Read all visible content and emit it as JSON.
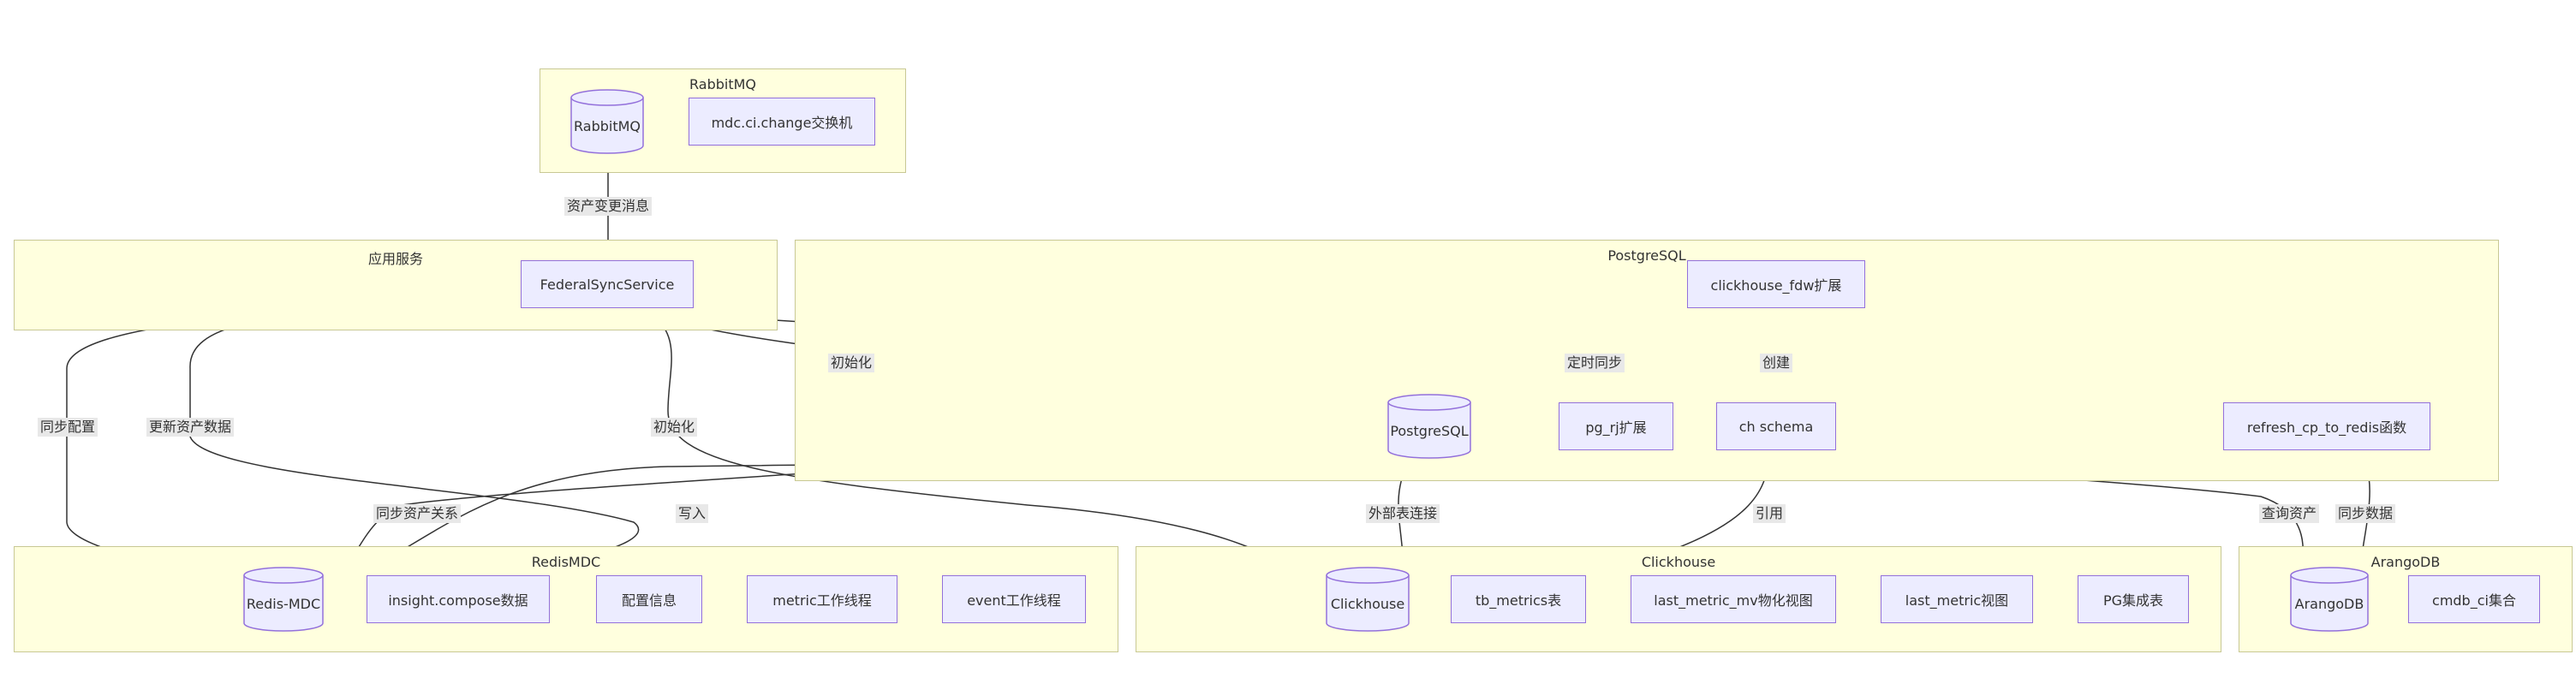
{
  "groups": {
    "rabbitmq": "RabbitMQ",
    "app_service": "应用服务",
    "postgresql": "PostgreSQL",
    "redis_mdc": "RedisMDC",
    "clickhouse": "Clickhouse",
    "arangodb": "ArangoDB"
  },
  "nodes": {
    "rabbitmq_db": "RabbitMQ",
    "mdc_exchange": "mdc.ci.change交换机",
    "federal_sync": "FederalSyncService",
    "clickhouse_fdw": "clickhouse_fdw扩展",
    "postgresql_db": "PostgreSQL",
    "pg_rj": "pg_rj扩展",
    "ch_schema": "ch schema",
    "refresh_fn": "refresh_cp_to_redis函数",
    "redis_db": "Redis-MDC",
    "insight_compose": "insight.compose数据",
    "config_info": "配置信息",
    "metric_worker": "metric工作线程",
    "event_worker": "event工作线程",
    "clickhouse_db": "Clickhouse",
    "tb_metrics": "tb_metrics表",
    "last_metric_mv": "last_metric_mv物化视图",
    "last_metric_view": "last_metric视图",
    "pg_integration": "PG集成表",
    "arango_db": "ArangoDB",
    "cmdb_ci": "cmdb_ci集合"
  },
  "edges": {
    "asset_change_msg": "资产变更消息",
    "init_pg": "初始化",
    "sync_config": "同步配置",
    "update_asset": "更新资产数据",
    "init_ch": "初始化",
    "scheduled_sync": "定时同步",
    "create": "创建",
    "sync_relation": "同步资产关系",
    "write": "写入",
    "foreign_table": "外部表连接",
    "reference": "引用",
    "query_asset": "查询资产",
    "sync_data": "同步数据"
  },
  "colors": {
    "group_fill": "#ffffde",
    "group_border": "#c8c894",
    "node_fill": "#ececff",
    "node_border": "#9370db",
    "edge": "#333333",
    "label_bg": "#e8e8e8"
  }
}
